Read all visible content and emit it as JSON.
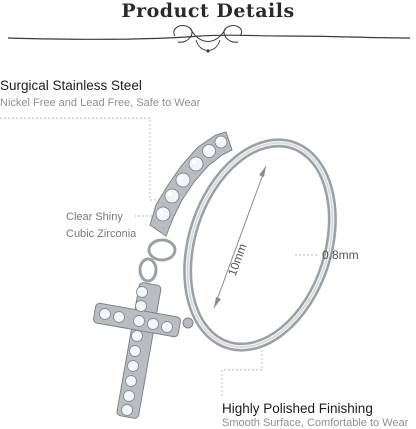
{
  "header": {
    "title": "Product Details"
  },
  "features": {
    "material_title": "Surgical Stainless Steel",
    "material_sub": "Nickel Free and Lead Free, Safe to Wear",
    "stone_line1": "Clear Shiny",
    "stone_line2": "Cubic Zirconia",
    "finish_title": "Highly Polished Finishing",
    "finish_sub": "Smooth Surface,  Comfortable to Wear"
  },
  "dimensions": {
    "diameter": "10mm",
    "thickness": "0.8mm"
  },
  "colors": {
    "metal": "#c9ccd1",
    "metal_dark": "#8d9299",
    "guide": "#b5b5b5"
  }
}
